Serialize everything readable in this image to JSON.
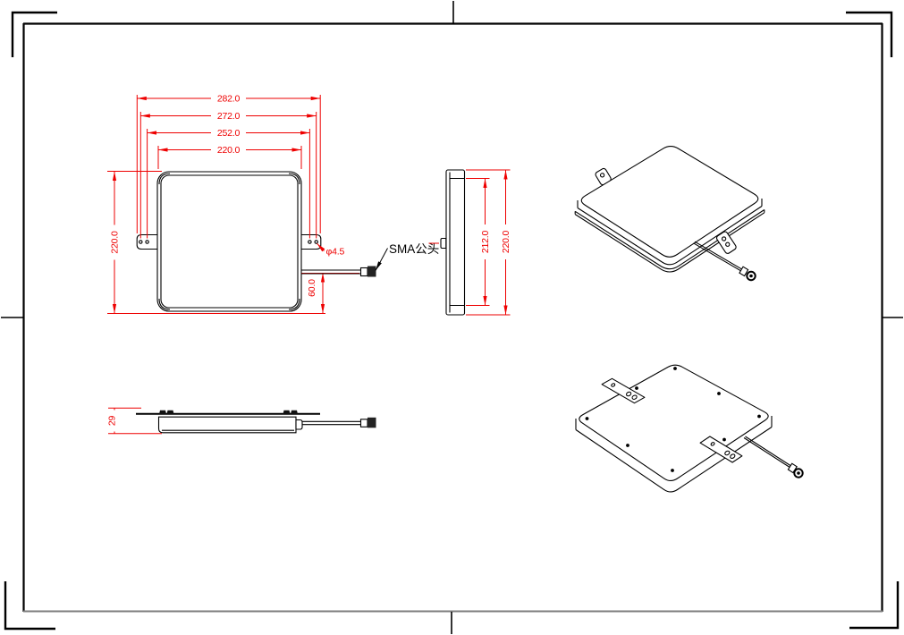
{
  "sheet": {
    "background": "#ffffff",
    "drawing_color": "#000000",
    "dimension_color": "#ee0000"
  },
  "front_view": {
    "dim_overall_width": "282.0",
    "dim_hole_span_outer": "272.0",
    "dim_hole_span_inner": "252.0",
    "dim_body_width": "220.0",
    "dim_body_height": "220.0",
    "dim_cable_offset": "60.0",
    "dim_hole_diameter": "φ4.5",
    "connector_label": "SMA公头"
  },
  "side_view": {
    "dim_inner_height": "212.0",
    "dim_overall_height": "220.0"
  },
  "profile_view": {
    "dim_thickness": "29"
  }
}
